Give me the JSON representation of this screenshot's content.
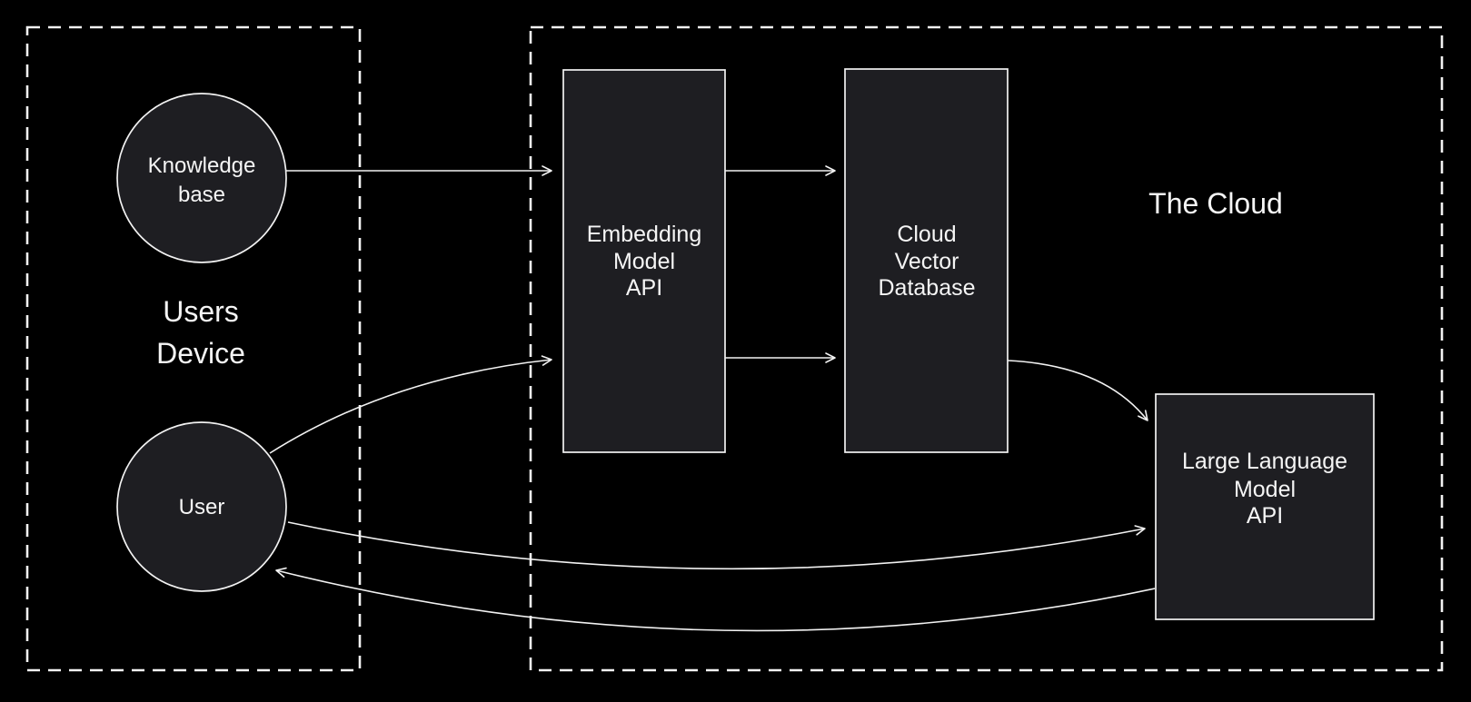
{
  "diagram": {
    "colors": {
      "background": "#000000",
      "line": "#f2f2f2",
      "node_fill": "#1e1e22",
      "text": "#f5f5f5"
    },
    "groups": {
      "users_device": {
        "label_line1": "Users",
        "label_line2": "Device"
      },
      "the_cloud": {
        "label": "The Cloud"
      }
    },
    "nodes": {
      "knowledge_base": {
        "shape": "circle",
        "line1": "Knowledge",
        "line2": "base"
      },
      "user": {
        "shape": "circle",
        "label": "User"
      },
      "embedding_model_api": {
        "shape": "rect",
        "line1": "Embedding",
        "line2": "Model",
        "line3": "API"
      },
      "cloud_vector_database": {
        "shape": "rect",
        "line1": "Cloud",
        "line2": "Vector",
        "line3": "Database"
      },
      "large_language_model_api": {
        "shape": "rect",
        "line1": "Large Language",
        "line2": "Model",
        "line3": "API"
      }
    },
    "edges": [
      {
        "from": "knowledge-base",
        "to": "embedding-model-api"
      },
      {
        "from": "embedding-model-api",
        "to": "cloud-vector-database",
        "position": "top"
      },
      {
        "from": "embedding-model-api",
        "to": "cloud-vector-database",
        "position": "bottom"
      },
      {
        "from": "user",
        "to": "embedding-model-api"
      },
      {
        "from": "user",
        "to": "large-language-model-api"
      },
      {
        "from": "cloud-vector-database",
        "to": "large-language-model-api"
      },
      {
        "from": "large-language-model-api",
        "to": "user"
      }
    ]
  }
}
